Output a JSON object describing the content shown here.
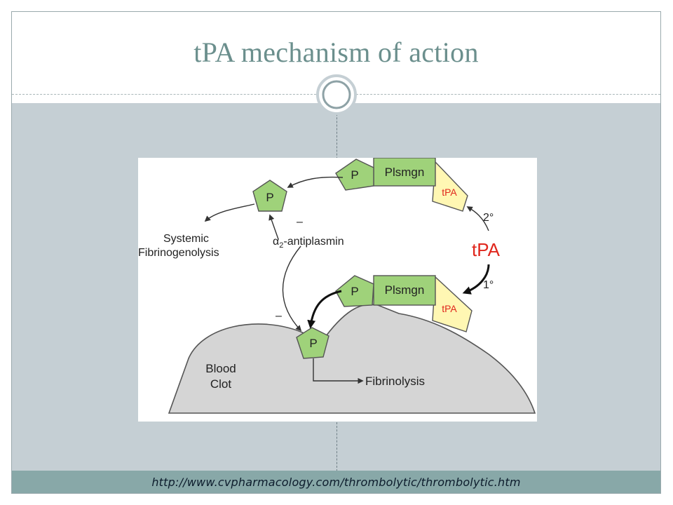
{
  "slide": {
    "title": "tPA mechanism of action",
    "source_url": "http://www.cvpharmacology.com/thrombolytic/thrombolytic.htm"
  },
  "diagram": {
    "plasmin_label": "P",
    "plasminogen_label": "Plsmgn",
    "tpa_small_label": "tPA",
    "tpa_large_label": "tPA",
    "secondary_marker": "2°",
    "primary_marker": "1°",
    "systemic_label_line1": "Systemic",
    "systemic_label_line2": "Fibrinogenolysis",
    "antiplasmin_alpha": "α",
    "antiplasmin_sub": "2",
    "antiplasmin_rest": "-antiplasmin",
    "inhibit_mark": "–",
    "clot_label_line1": "Blood",
    "clot_label_line2": "Clot",
    "fibrinolysis_label": "Fibrinolysis",
    "colors": {
      "green_fill": "#9fd27a",
      "yellow_fill": "#fff7b3",
      "clot_fill": "#d5d5d5",
      "red_label": "#e0271d",
      "title": "#6b8f8d"
    }
  }
}
